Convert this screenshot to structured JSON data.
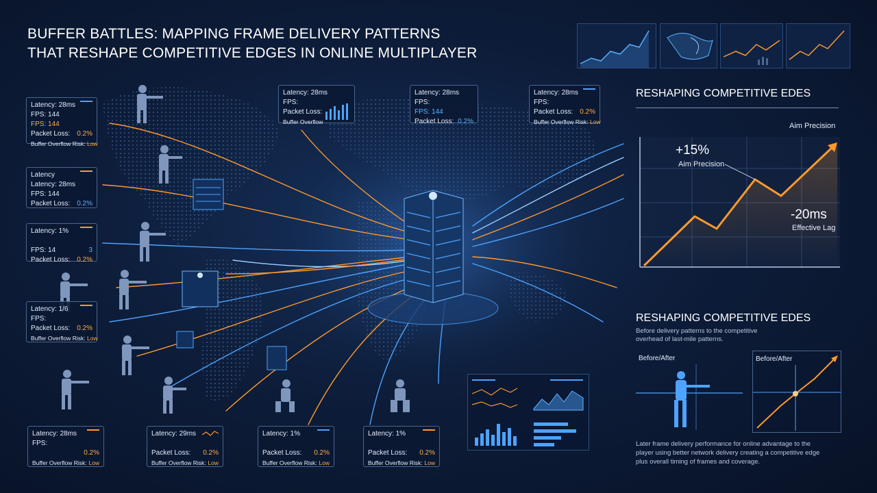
{
  "header": {
    "title_line1": "BUFFER BATTLES: MAPPING FRAME DELIVERY PATTERNS",
    "title_line2": "THAT RESHAPE COMPETITIVE EDGES IN ONLINE MULTIPLAYER"
  },
  "cards_left": [
    {
      "latency": "Latency: 28ms",
      "fps": "FPS: 144",
      "fps2": "FPS: 144",
      "loss_label": "Packet Loss:",
      "loss": "0.2%",
      "risk_label": "Buffer Overflow Risk:",
      "risk": "Low"
    },
    {
      "latency0": "Latency",
      "latency": "Latency: 28ms",
      "fps": "FPS: 144",
      "loss_label": "Packet Loss:",
      "loss": "0.2%"
    },
    {
      "latency": "Latency: 1%",
      "fps": "FPS: 14",
      "fps_extra": "3",
      "loss_label": "Packet Loss:",
      "loss": "0.2%"
    },
    {
      "latency": "Latency: 1/6",
      "fps": "FPS:",
      "loss_label": "Packet Loss:",
      "loss": "0.2%",
      "risk_label": "Buffer Overflow Risk:",
      "risk": "Low"
    }
  ],
  "cards_top": [
    {
      "latency": "Latency: 28ms",
      "fps": "FPS:",
      "loss_label": "Packet Loss:",
      "buffer": "Buffer Overflow"
    },
    {
      "latency": "Latency: 28ms",
      "fps": "FPS:",
      "fps2": "FPS: 144",
      "loss_label": "Packet Loss:",
      "loss": "0.2%"
    },
    {
      "latency": "Latency: 28ms",
      "fps": "FPS:",
      "loss_label": "Packet Loss:",
      "loss": "0.2%",
      "risk_label": "Buffer Overflow Risk:",
      "risk": "Low"
    }
  ],
  "cards_bottom": [
    {
      "latency": "Latency: 28ms",
      "fps": "FPS:",
      "loss": "0.2%",
      "risk_label": "Buffer Overflow Risk:",
      "risk": "Low"
    },
    {
      "latency": "Latency: 29ms",
      "loss_label": "Packet Loss:",
      "loss": "0.2%",
      "risk_label": "Buffer Overflow Risk:",
      "risk": "Low"
    },
    {
      "latency": "Latency: 1%",
      "loss_label": "Packet Loss:",
      "loss": "0.2%",
      "risk_label": "Buffer Overflow Risk:",
      "risk": "Low"
    },
    {
      "latency": "Latency: 1%",
      "loss_label": "Packet Loss:",
      "loss": "0.2%",
      "risk_label": "Buffer Overflow Risk:",
      "risk": "Low"
    }
  ],
  "panel1": {
    "heading": "RESHAPING COMPETITIVE EDES",
    "corner_label": "Aim Precision",
    "gain": "+15%",
    "gain_label": "Aim Precision",
    "lag": "-20ms",
    "lag_label": "Effective Lag"
  },
  "panel2": {
    "heading": "RESHAPING COMPETITIVE EDES",
    "desc_line1": "Before delivery patterns to the competitive",
    "desc_line2": "overhead of last-mile patterns.",
    "before_after_left": "Before/After",
    "before_after_right": "Before/After",
    "footer_line1": "Later frame delivery performance for online advantage to the",
    "footer_line2": "player using better network delivery creating a competitive edge",
    "footer_line3": "plus overall timing of frames and coverage."
  },
  "colors": {
    "accent_orange": "#ff9a2e",
    "accent_blue": "#4da3ff",
    "background": "#0d1d3a"
  }
}
